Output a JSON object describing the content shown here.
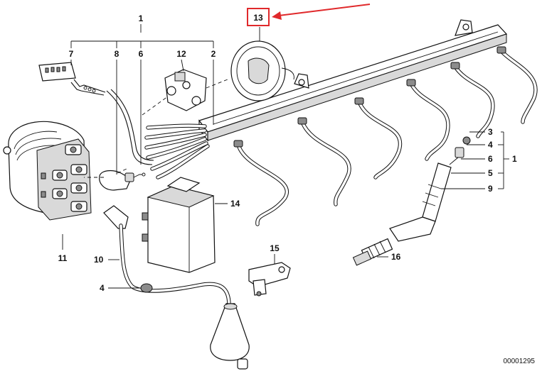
{
  "diagram": {
    "doc_number": "00001295",
    "highlight_color": "#e0292b",
    "highlighted_callout": "13",
    "callouts": {
      "c1_top": "1",
      "c2": "2",
      "c6_top": "6",
      "c7": "7",
      "c8": "8",
      "c12": "12",
      "c13": "13",
      "c14": "14",
      "c11": "11",
      "c10": "10",
      "c4_left": "4",
      "c15": "15",
      "c16": "16",
      "c3_right": "3",
      "c4_right": "4",
      "c6_right": "6",
      "c1_right": "1",
      "c5_right": "5",
      "c9": "9"
    }
  }
}
